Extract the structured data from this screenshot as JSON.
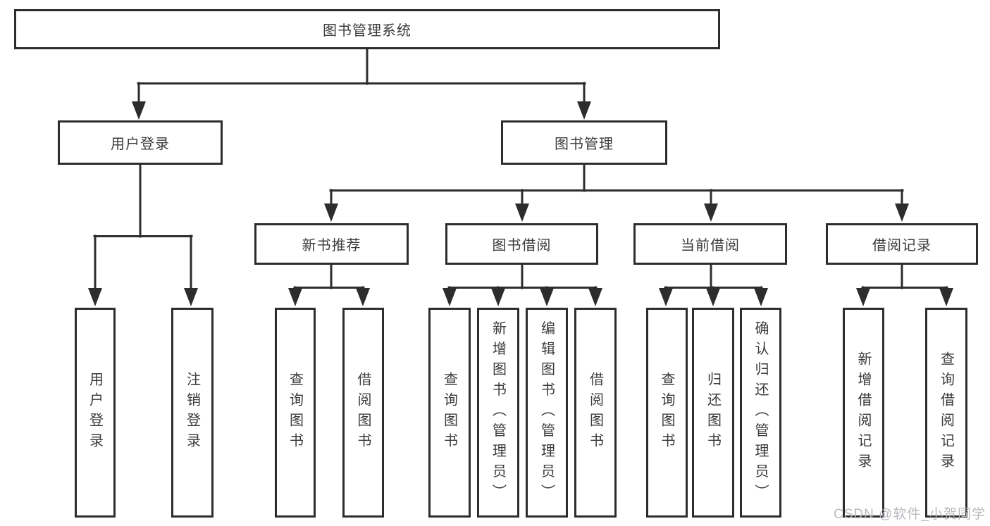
{
  "tree": {
    "root": {
      "label": "图书管理系统"
    },
    "children": [
      {
        "label": "用户登录",
        "children": [
          {
            "label": "用户登录"
          },
          {
            "label": "注销登录"
          }
        ]
      },
      {
        "label": "图书管理",
        "children": [
          {
            "label": "新书推荐",
            "children": [
              {
                "label": "查询图书"
              },
              {
                "label": "借阅图书"
              }
            ]
          },
          {
            "label": "图书借阅",
            "children": [
              {
                "label": "查询图书"
              },
              {
                "label": "新增图书（管理员）"
              },
              {
                "label": "编辑图书（管理员）"
              },
              {
                "label": "借阅图书"
              }
            ]
          },
          {
            "label": "当前借阅",
            "children": [
              {
                "label": "查询图书"
              },
              {
                "label": "归还图书"
              },
              {
                "label": "确认归还（管理员）"
              }
            ]
          },
          {
            "label": "借阅记录",
            "children": [
              {
                "label": "新增借阅记录"
              },
              {
                "label": "查询借阅记录"
              }
            ]
          }
        ]
      }
    ]
  },
  "watermark": {
    "text": "CSDN @软件_小贺同学"
  },
  "colors": {
    "line_color": "#2d2d2d",
    "box_border_color": "#2d2d2d",
    "text_color": "#3b3b3b",
    "watermark_color": "#b6b6bc",
    "background": "#ffffff"
  }
}
